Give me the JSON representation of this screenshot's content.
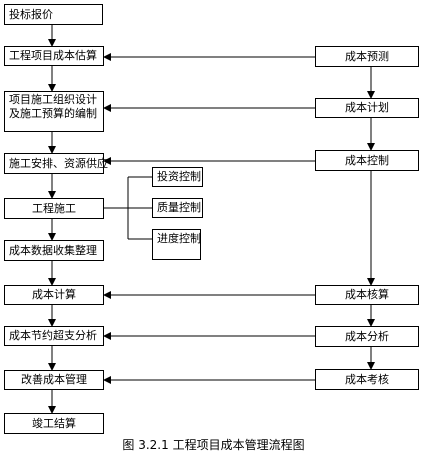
{
  "diagram": {
    "left_column": [
      "投标报价",
      "工程项目成本估算",
      "项目施工组织设计及施工预算的编制",
      "施工安排、资源供应",
      "工程施工",
      "成本数据收集整理",
      "成本计算",
      "成本节约超支分析",
      "改善成本管理",
      "竣工结算"
    ],
    "right_column": [
      "成本预测",
      "成本计划",
      "成本控制",
      "成本核算",
      "成本分析",
      "成本考核"
    ],
    "control_items": [
      "投资控制",
      "质量控制",
      "进度控制"
    ]
  },
  "caption": "图 3.2.1  工程项目成本管理流程图",
  "colors": {
    "line": "#000000",
    "background": "#ffffff"
  }
}
